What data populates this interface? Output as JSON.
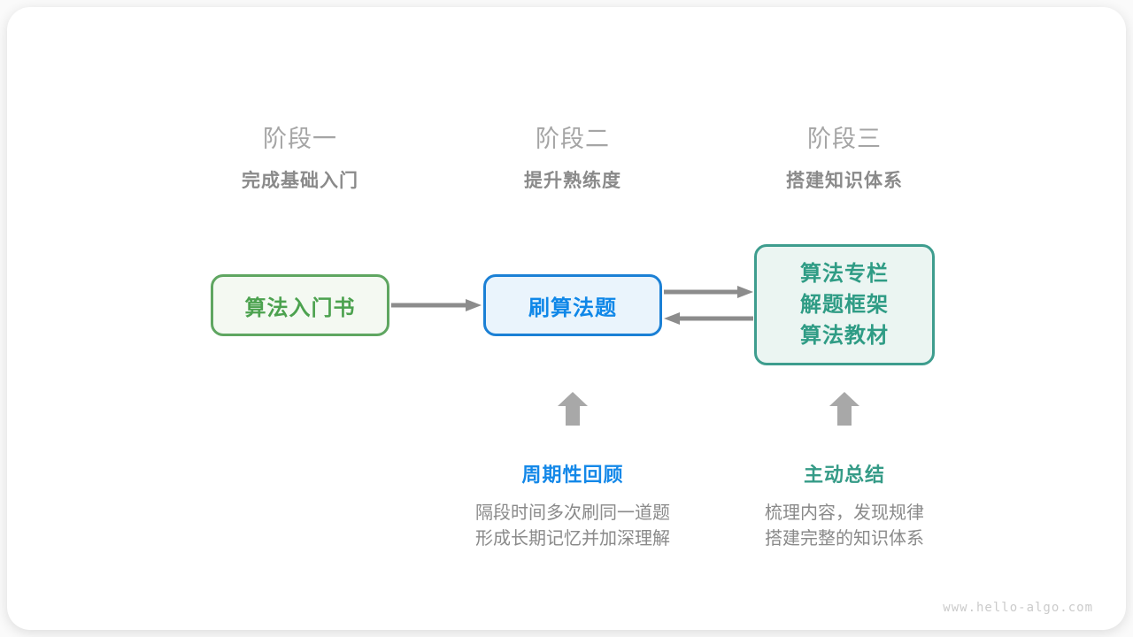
{
  "diagram": {
    "stages": [
      {
        "title": "阶段一",
        "subtitle": "完成基础入门"
      },
      {
        "title": "阶段二",
        "subtitle": "提升熟练度"
      },
      {
        "title": "阶段三",
        "subtitle": "搭建知识体系"
      }
    ],
    "nodes": [
      {
        "label": "算法入门书",
        "border_color": "#5FA661",
        "text_color": "#4CA24F",
        "bg_color": "#F4F9F2"
      },
      {
        "label": "刷算法题",
        "border_color": "#1B80D5",
        "text_color": "#0F87E8",
        "bg_color": "#EAF4FC"
      },
      {
        "lines": [
          "算法专栏",
          "解题框架",
          "算法教材"
        ],
        "border_color": "#3E9D8E",
        "text_color": "#2F9C85",
        "bg_color": "#EBF5F2"
      }
    ],
    "annotations": [
      {
        "label": "周期性回顾",
        "label_color": "#1488E8",
        "desc_lines": [
          "隔段时间多次刷同一道题",
          "形成长期记忆并加深理解"
        ]
      },
      {
        "label": "主动总结",
        "label_color": "#359B87",
        "desc_lines": [
          "梳理内容，发现规律",
          "搭建完整的知识体系"
        ]
      }
    ],
    "watermark": "www.hello-algo.com",
    "colors": {
      "flow_arrow": "#8C8C8C",
      "up_arrow": "#A8A8A8",
      "stage_title": "#A5A5A5",
      "stage_subtitle": "#8A8A8A",
      "desc_text": "#8A8A8A",
      "card_bg": "#FFFFFF"
    }
  }
}
